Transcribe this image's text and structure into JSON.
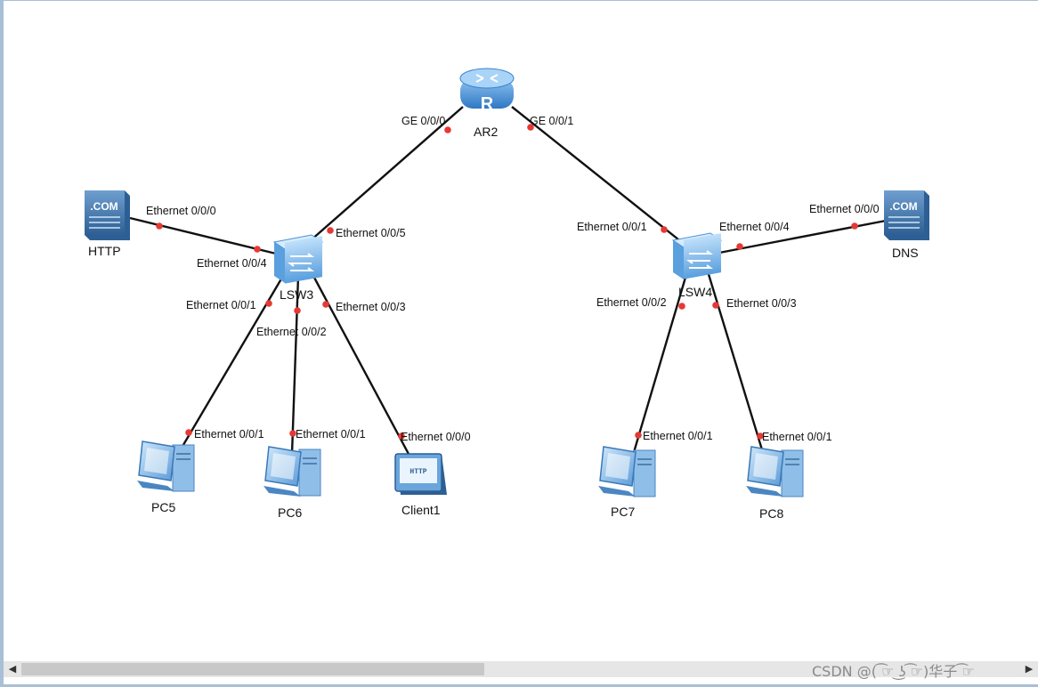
{
  "devices": {
    "ar2": "AR2",
    "lsw3": "LSW3",
    "lsw4": "LSW4",
    "http": "HTTP",
    "dns": "DNS",
    "pc5": "PC5",
    "pc6": "PC6",
    "pc7": "PC7",
    "pc8": "PC8",
    "client1": "Client1"
  },
  "ports": {
    "ar2_ge000": "GE 0/0/0",
    "ar2_ge001": "GE 0/0/1",
    "lsw3_e005": "Ethernet 0/0/5",
    "lsw3_e004": "Ethernet 0/0/4",
    "lsw3_e001": "Ethernet 0/0/1",
    "lsw3_e002": "Ethernet 0/0/2",
    "lsw3_e003": "Ethernet 0/0/3",
    "http_e000": "Ethernet 0/0/0",
    "pc5_e001": "Ethernet 0/0/1",
    "pc6_e001": "Ethernet 0/0/1",
    "client1_e000": "Ethernet 0/0/0",
    "lsw4_e001": "Ethernet 0/0/1",
    "lsw4_e004": "Ethernet 0/0/4",
    "lsw4_e002": "Ethernet 0/0/2",
    "lsw4_e003": "Ethernet 0/0/3",
    "dns_e000": "Ethernet 0/0/0",
    "pc7_e001": "Ethernet 0/0/1",
    "pc8_e001": "Ethernet 0/0/1"
  },
  "icons": {
    "router": "R",
    "server": ".COM",
    "client": "HTTP"
  },
  "colors": {
    "port_dot": "#e53935",
    "device_blue": "#4a90d9"
  },
  "scrollbar": {
    "left": "◀",
    "right": "▶"
  },
  "watermark": "CSDN @( ͡☞ ͜ʖ ͡☞)华子 ͡☞"
}
